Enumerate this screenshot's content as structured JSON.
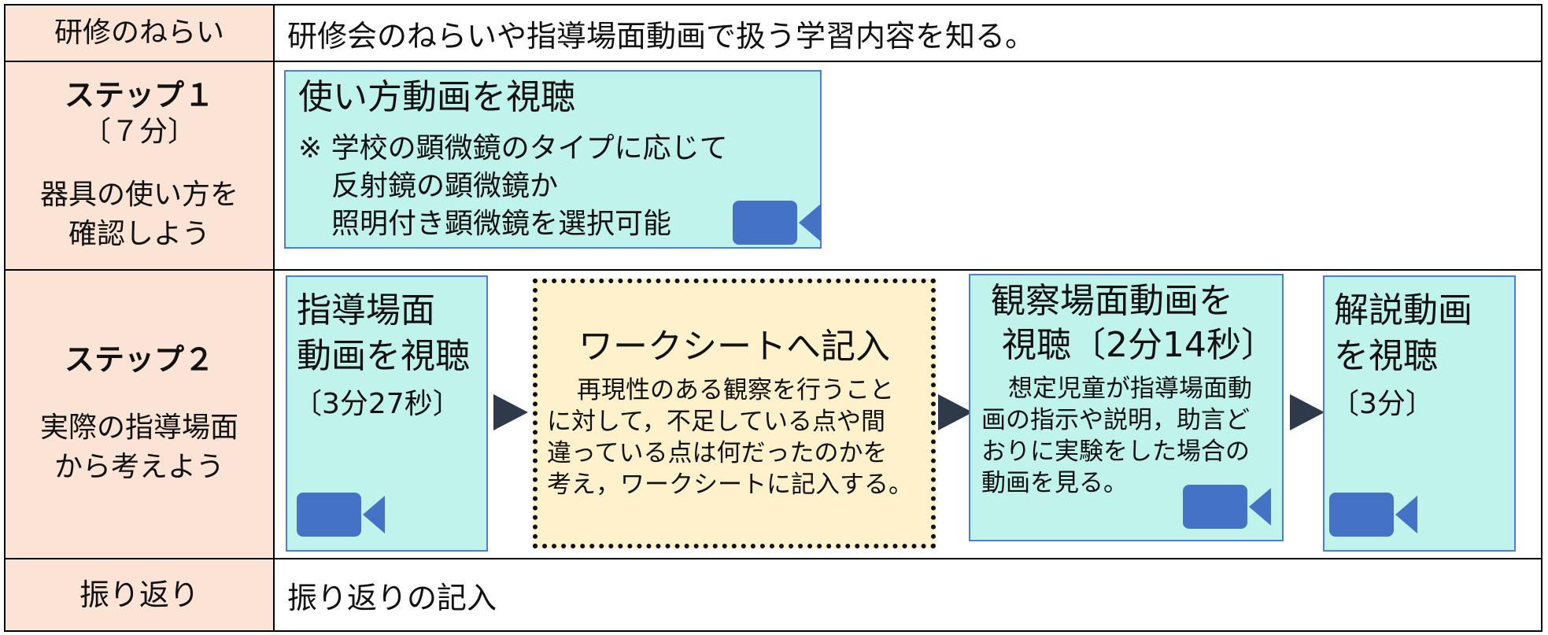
{
  "rows": {
    "aim": {
      "label": "研修のねらい",
      "text": "研修会のねらいや指導場面動画で扱う学習内容を知る。"
    },
    "step1": {
      "title": "ステップ１",
      "duration": "〔７分〕",
      "subtitle_line1": "器具の使い方を",
      "subtitle_line2": "確認しよう",
      "box": {
        "title": "使い方動画を視聴",
        "line1": "※  学校の顕微鏡のタイプに応じて",
        "line2": "反射鏡の顕微鏡か",
        "line3": "照明付き顕微鏡を選択可能"
      }
    },
    "step2": {
      "title": "ステップ２",
      "subtitle_line1": "実際の指導場面",
      "subtitle_line2": "から考えよう",
      "box1": {
        "line1": "指導場面",
        "line2": "動画を視聴",
        "duration": "〔3分27秒〕"
      },
      "worksheet": {
        "title": "ワークシートへ記入",
        "line1": "再現性のある観察を行うこと",
        "line2": "に対して，不足している点や間",
        "line3": "違っている点は何だったのかを",
        "line4": "考え，ワークシートに記入する。"
      },
      "box3": {
        "line1": "観察場面動画を",
        "line2": "視聴〔2分14秒〕",
        "desc1": "想定児童が指導場面動",
        "desc2": "画の指示や説明，助言ど",
        "desc3": "おりに実験をした場合の",
        "desc4": "動画を見る。"
      },
      "box4": {
        "line1": "解説動画",
        "line2": "を視聴",
        "duration": "〔3分〕"
      }
    },
    "reflection": {
      "label": "振り返り",
      "text": "振り返りの記入"
    }
  },
  "colors": {
    "label_bg": "#fbe4d5",
    "video_box": "#c0f3ec",
    "worksheet_box": "#fff1cc",
    "camera": "#4472c4",
    "arrow": "#2e3a4a"
  },
  "icons": {
    "video": "video-camera-icon",
    "arrow": "arrow-right-icon"
  }
}
